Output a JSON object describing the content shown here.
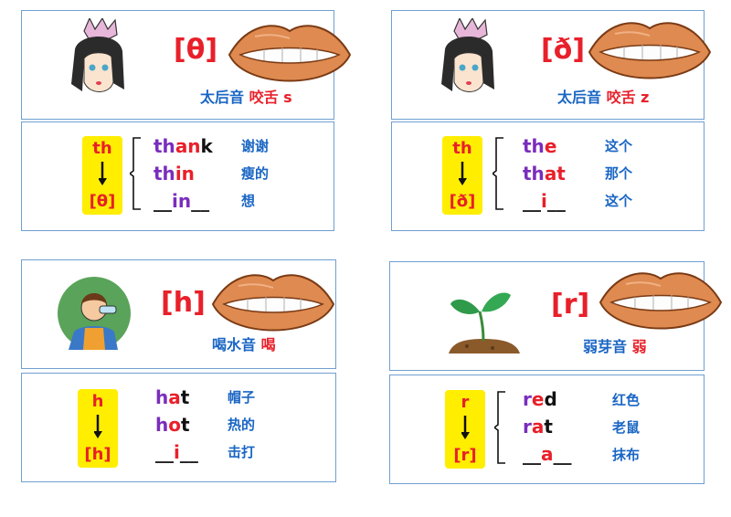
{
  "cards": [
    {
      "symbol": "[θ]",
      "caption": "太后音",
      "caption_hl": "咬舌 s",
      "ybox_top": "th",
      "ybox_bottom": "[θ]",
      "words": [
        {
          "w1": "th",
          "w2": "an",
          "w3": "k",
          "meaning": "谢谢"
        },
        {
          "w1": "th",
          "w2": "in",
          "w3": "",
          "meaning": "瘦的"
        },
        {
          "w1": "__",
          "w2": "in",
          "w3": "__",
          "meaning": "想"
        }
      ]
    },
    {
      "symbol": "[ð]",
      "caption": "太后音",
      "caption_hl": "咬舌 z",
      "ybox_top": "th",
      "ybox_bottom": "[ð]",
      "words": [
        {
          "w1": "th",
          "w2": "e",
          "w3": "",
          "meaning": "这个"
        },
        {
          "w1": "th",
          "w2": "at",
          "w3": "",
          "meaning": "那个"
        },
        {
          "w1": "__",
          "w2": "i",
          "w3": "__",
          "meaning": "这个"
        }
      ]
    },
    {
      "symbol": "[h]",
      "caption": "喝水音",
      "caption_hl": "喝",
      "ybox_top": "h",
      "ybox_bottom": "[h]",
      "words": [
        {
          "w1": "h",
          "w2": "a",
          "w3": "t",
          "meaning": "帽子"
        },
        {
          "w1": "h",
          "w2": "o",
          "w3": "t",
          "meaning": "热的"
        },
        {
          "w1": "__",
          "w2": "i",
          "w3": "__",
          "meaning": "击打"
        }
      ]
    },
    {
      "symbol": "[r]",
      "caption": "弱芽音",
      "caption_hl": "弱",
      "ybox_top": "r",
      "ybox_bottom": "[r]",
      "words": [
        {
          "w1": "r",
          "w2": "e",
          "w3": "d",
          "meaning": "红色"
        },
        {
          "w1": "r",
          "w2": "a",
          "w3": "t",
          "meaning": "老鼠"
        },
        {
          "w1": "__",
          "w2": "a",
          "w3": "__",
          "meaning": "抹布"
        }
      ]
    }
  ]
}
